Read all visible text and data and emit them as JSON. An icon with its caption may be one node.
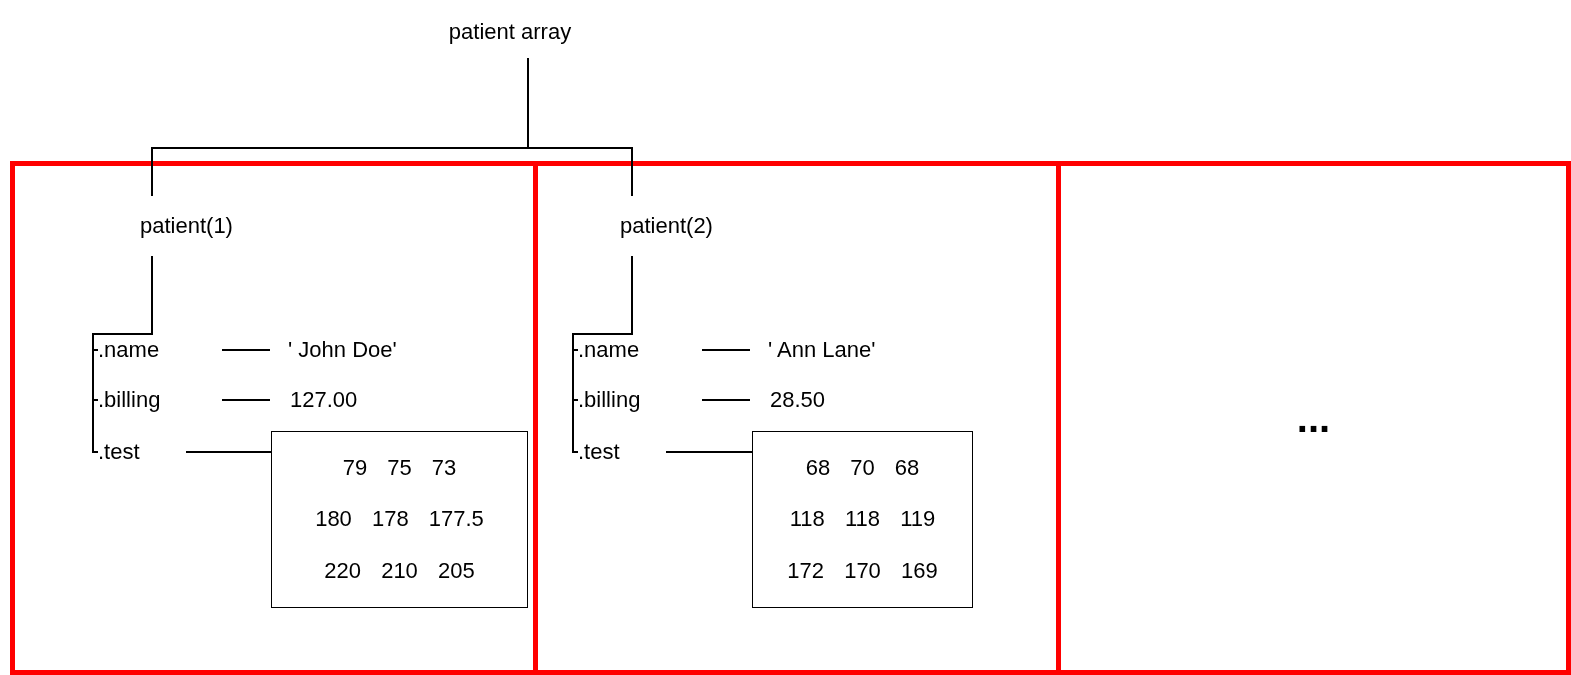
{
  "diagram": {
    "nodes": [
      {
        "text": [
          "patient array"
        ]
      },
      {
        "text": [],
        "shape": "box"
      },
      {
        "text": [],
        "shape": "box"
      },
      {
        "text": [
          "..."
        ]
      },
      {
        "text": [
          "patient(1)"
        ],
        "in": 1
      },
      {
        "text": [
          ".name"
        ],
        "in": 1
      },
      {
        "text": [
          "' John Doe'"
        ],
        "in": 1
      },
      {
        "text": [
          ".billing"
        ],
        "in": 1
      },
      {
        "text": [
          "127.00"
        ],
        "in": 1
      },
      {
        "text": [
          ".test"
        ],
        "in": 1
      },
      {
        "text": [
          "79 75 73",
          "180 178 177.5",
          "220 210 205"
        ],
        "in": 1
      },
      {
        "text": [
          "patient(2)"
        ],
        "in": 2
      },
      {
        "text": [
          ".name"
        ],
        "in": 2
      },
      {
        "text": [
          "' Ann Lane'"
        ],
        "in": 2
      },
      {
        "text": [
          ".billing"
        ],
        "in": 2
      },
      {
        "text": [
          "28.50"
        ],
        "in": 2
      },
      {
        "text": [
          ".test"
        ],
        "in": 2
      },
      {
        "text": [
          "68 70 68",
          "118 118 119",
          "172 170 169"
        ],
        "in": 2
      }
    ],
    "edges": [
      {
        "from": 0,
        "to": 4,
        "arrow": "none"
      },
      {
        "from": 0,
        "to": 11,
        "arrow": "none"
      },
      {
        "from": 4,
        "to": 5,
        "arrow": "none"
      },
      {
        "from": 4,
        "to": 7,
        "arrow": "none"
      },
      {
        "from": 4,
        "to": 9,
        "arrow": "none"
      },
      {
        "from": 5,
        "to": 6,
        "arrow": "none"
      },
      {
        "from": 7,
        "to": 8,
        "arrow": "none"
      },
      {
        "from": 9,
        "to": 10,
        "arrow": "none"
      },
      {
        "from": 11,
        "to": 12,
        "arrow": "none"
      },
      {
        "from": 11,
        "to": 14,
        "arrow": "none"
      },
      {
        "from": 11,
        "to": 16,
        "arrow": "none"
      },
      {
        "from": 12,
        "to": 13,
        "arrow": "none"
      },
      {
        "from": 14,
        "to": 15,
        "arrow": "none"
      },
      {
        "from": 16,
        "to": 17,
        "arrow": "none"
      }
    ]
  }
}
